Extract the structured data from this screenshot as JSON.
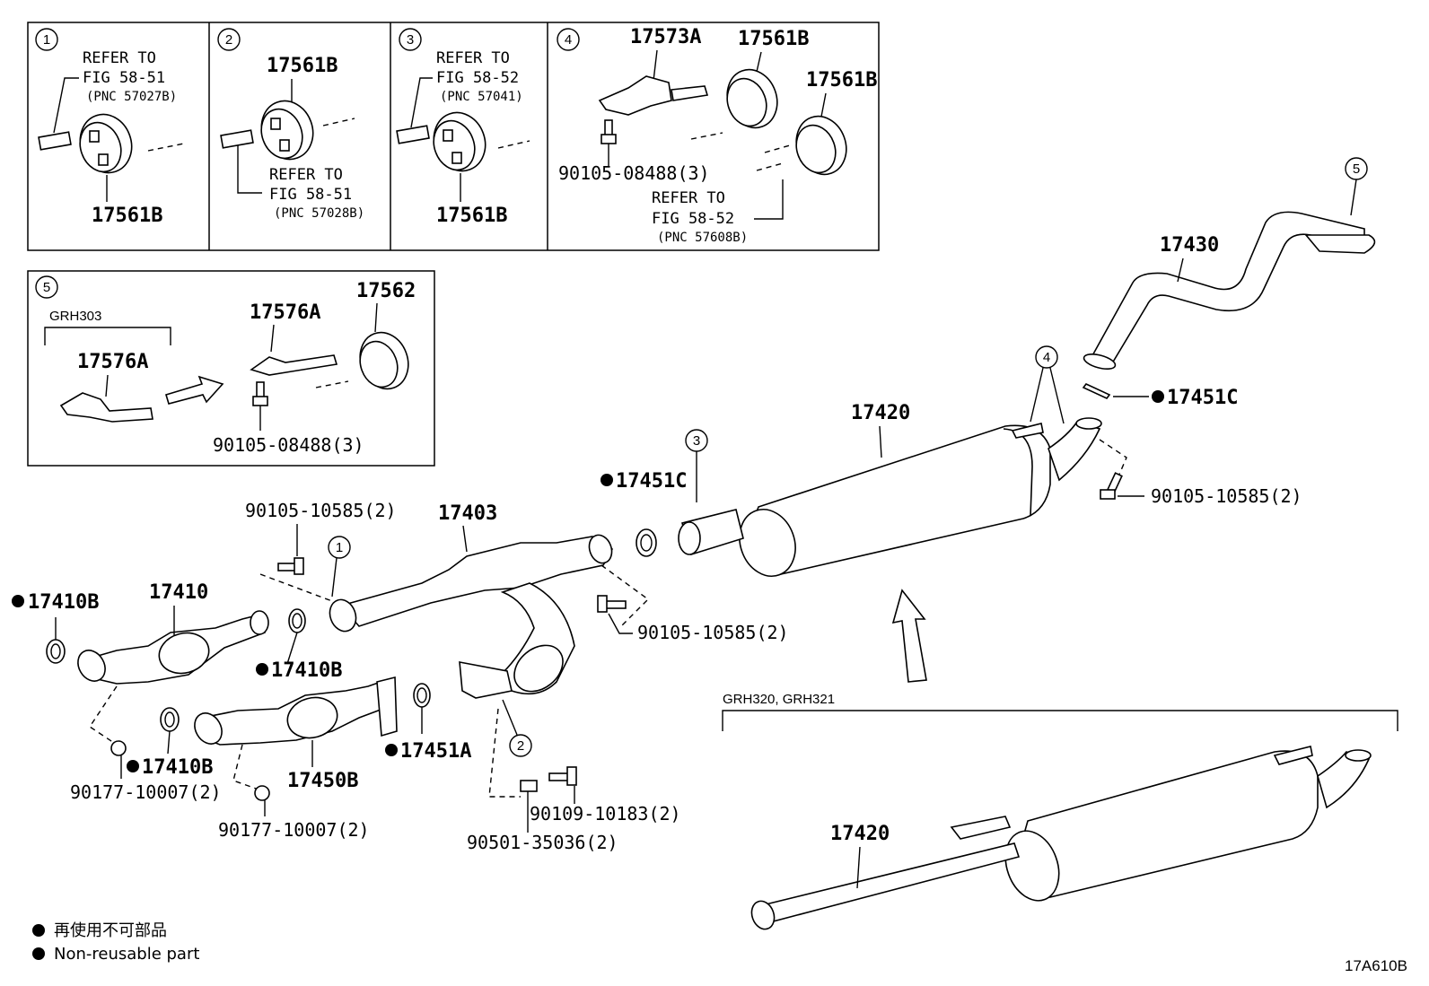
{
  "inset1": {
    "num": "1",
    "refer": "REFER TO",
    "fig": "FIG 58-51",
    "pnc": "(PNC 57027B)",
    "part": "17561B"
  },
  "inset2": {
    "num": "2",
    "part": "17561B",
    "refer": "REFER TO",
    "fig": "FIG 58-51",
    "pnc": "(PNC 57028B)"
  },
  "inset3": {
    "num": "3",
    "refer": "REFER TO",
    "fig": "FIG 58-52",
    "pnc": "(PNC 57041)",
    "part": "17561B"
  },
  "inset4": {
    "num": "4",
    "bracket": "17573A",
    "part_a": "17561B",
    "part_b": "17561B",
    "bolt": "90105-08488(3)",
    "refer": "REFER TO",
    "fig": "FIG 58-52",
    "pnc": "(PNC 57608B)"
  },
  "inset5": {
    "num": "5",
    "model": "GRH303",
    "old_bracket": "17576A",
    "new_bracket": "17576A",
    "hanger": "17562",
    "bolt": "90105-08488(3)"
  },
  "main": {
    "tail_pipe": "17430",
    "muffler": "17420",
    "gasket_c_top": "17451C",
    "gasket_c_mid": "17451C",
    "center_pipe": "17403",
    "front_pipe": "17410",
    "front_pipe_b": "17450B",
    "gasket_b_1": "17410B",
    "gasket_b_2": "17410B",
    "gasket_b_3": "17410B",
    "gasket_a": "17451A",
    "bolt_top": "90105-10585(2)",
    "bolt_left": "90105-10585(2)",
    "bolt_center": "90105-10585(2)",
    "nut_1": "90177-10007(2)",
    "nut_2": "90177-10007(2)",
    "bolt_spring": "90109-10183(2)",
    "spring": "90501-35036(2)",
    "callout_1": "1",
    "callout_2": "2",
    "callout_3": "3",
    "callout_4": "4",
    "callout_5": "5"
  },
  "alt": {
    "models": "GRH320, GRH321",
    "muffler": "17420"
  },
  "legend": {
    "jp": "再使用不可部品",
    "en": "Non-reusable part"
  },
  "figure_id": "17A610B"
}
